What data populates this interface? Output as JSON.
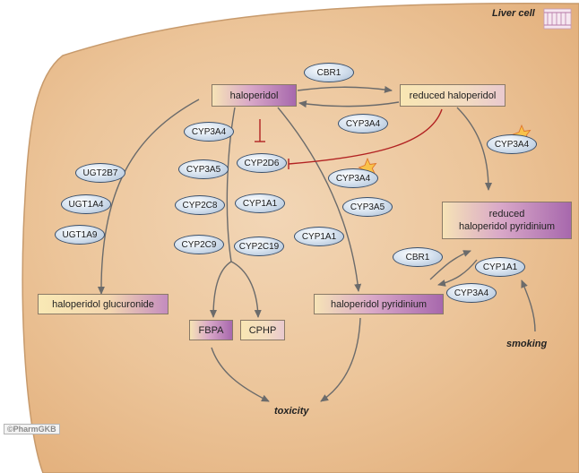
{
  "title": "Liver cell",
  "watermark": "©PharmGKB",
  "molecules": {
    "haloperidol": "haloperidol",
    "reduced_haloperidol": "reduced haloperidol",
    "reduced_pyridinium_line1": "reduced",
    "reduced_pyridinium_line2": "haloperidol pyridinium",
    "glucuronide": "haloperidol glucuronide",
    "pyridinium": "haloperidol pyridinium",
    "fbpa": "FBPA",
    "cphp": "CPHP"
  },
  "outcomes": {
    "toxicity": "toxicity",
    "smoking": "smoking"
  },
  "enzymes": {
    "cbr1_top": "CBR1",
    "cyp3a4_right_top": "CYP3A4",
    "cyp3a4_star_right": "CYP3A4",
    "cyp3a4_center": "CYP3A4",
    "cyp3a5_center": "CYP3A5",
    "cyp2d6": "CYP2D6",
    "cyp3a4_star_center": "CYP3A4",
    "cyp3a5_right": "CYP3A5",
    "ugt2b7": "UGT2B7",
    "ugt1a4": "UGT1A4",
    "ugt1a9": "UGT1A9",
    "cyp2c8": "CYP2C8",
    "cyp1a1_center": "CYP1A1",
    "cyp1a1_mid": "CYP1A1",
    "cyp2c9": "CYP2C9",
    "cyp2c19": "CYP2C19",
    "cbr1_right": "CBR1",
    "cyp1a1_right": "CYP1A1",
    "cyp3a4_bottom_right": "CYP3A4"
  },
  "colors": {
    "cell_fill": "#e9bb8a",
    "cell_border": "#c79a6c",
    "arrow": "#6b6b6b",
    "inhibition": "#b22222",
    "enzyme_border": "#3a4f6a",
    "star": "#f4a12e"
  }
}
